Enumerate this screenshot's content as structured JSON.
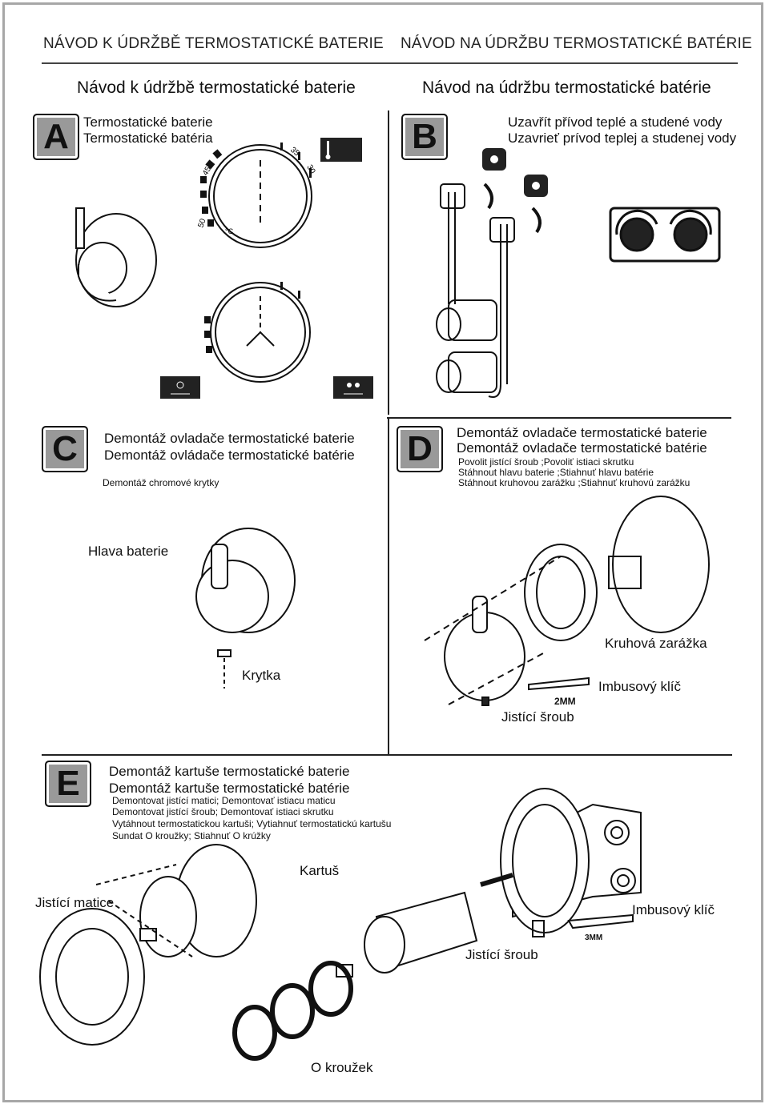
{
  "header": {
    "left_title": "Návod k údržbě termostatické baterie",
    "right_title": "Návod na údržbu termostatické batérie"
  },
  "section_a": {
    "letter": "A",
    "heading": "Návod k údržbě termostatické baterie",
    "line1": "Termostatické baterie",
    "line2": "Termostatické batéria",
    "dial_ticks": [
      "30",
      "35",
      "45",
      "50",
      "°C"
    ]
  },
  "section_b": {
    "letter": "B",
    "heading": "Návod na údržbu termostatické batérie",
    "line1": "Uzavřít přívod teplé a studené vody",
    "line2": "Uzavrieť prívod teplej a studenej vody"
  },
  "section_c": {
    "letter": "C",
    "line1": "Demontáž ovladače termostatické baterie",
    "line2": "Demontáž ovládače termostatické batérie",
    "note": "Demontáž chromové krytky",
    "label_head": "Hlava baterie",
    "label_cap": "Krytka"
  },
  "section_d": {
    "letter": "D",
    "line1": "Demontáž ovladače termostatické baterie",
    "line2": "Demontáž ovladače termostatické batérie",
    "steps": [
      "Povolit jistící šroub ;Povoliť istiaci skrutku",
      "Stáhnout hlavu baterie ;Stiahnuť hlavu batérie",
      "Stáhnout kruhovou zarážku ;Stiahnuť kruhovú zarážku"
    ],
    "label_ring": "Kruhová zarážka",
    "label_key": "Imbusový klíč",
    "label_key_size": "2MM",
    "label_screw": "Jistící šroub"
  },
  "section_e": {
    "letter": "E",
    "line1": "Demontáž kartuše termostatické baterie",
    "line2": "Demontáž kartuše termostatické batérie",
    "steps": [
      "Demontovat jistící matici; Demontovať istiacu maticu",
      "Demontovat jistící šroub; Demontovať istiaci skrutku",
      "Vytáhnout termostatickou kartuši; Vytiahnuť termostatickú kartušu",
      "Sundat O kroužky; Stiahnuť O krúžky"
    ],
    "label_nut": "Jistící matice",
    "label_cartridge": "Kartuš",
    "label_key": "Imbusový klíč",
    "label_key_size": "3MM",
    "label_screw": "Jistící šroub",
    "label_oring": "O kroužek"
  },
  "colors": {
    "badge_gray": "#999999",
    "line": "#222222"
  }
}
